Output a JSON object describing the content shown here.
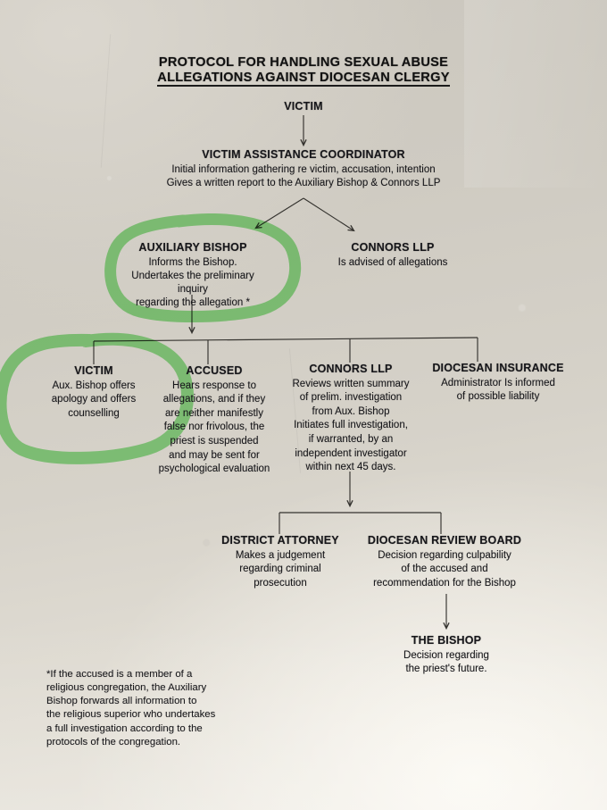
{
  "document": {
    "kind": "photographed-printed-flowchart",
    "title_line_1": "PROTOCOL FOR HANDLING SEXUAL ABUSE",
    "title_line_2": "ALLEGATIONS AGAINST DIOCESAN CLERGY",
    "paper_color": "#d4d0c7",
    "ink_color": "#18181c",
    "highlighter_color": "#7ee07a"
  },
  "chart_data": {
    "type": "diagram",
    "title": "PROTOCOL FOR HANDLING SEXUAL ABUSE ALLEGATIONS AGAINST DIOCESAN CLERGY",
    "orientation": "top-down flowchart",
    "nodes": [
      {
        "id": "victim_top",
        "heading": "VICTIM",
        "lines": []
      },
      {
        "id": "vac",
        "heading": "VICTIM ASSISTANCE COORDINATOR",
        "lines": [
          "Initial information gathering re victim, accusation, intention",
          "Gives a written report to the Auxiliary Bishop & Connors LLP"
        ]
      },
      {
        "id": "aux_bishop",
        "heading": "AUXILIARY BISHOP",
        "lines": [
          "Informs the Bishop.",
          "Undertakes the preliminary inquiry",
          "regarding the allegation *"
        ],
        "highlighted": true
      },
      {
        "id": "connors_1",
        "heading": "CONNORS LLP",
        "lines": [
          "Is advised of allegations"
        ]
      },
      {
        "id": "victim_2",
        "heading": "VICTIM",
        "lines": [
          "Aux. Bishop offers",
          "apology and offers",
          "counselling"
        ],
        "highlighted": true
      },
      {
        "id": "accused",
        "heading": "ACCUSED",
        "lines": [
          "Hears response to",
          "allegations, and if they",
          "are neither manifestly",
          "false nor frivolous, the",
          "priest is suspended",
          "and may be sent for",
          "psychological evaluation"
        ]
      },
      {
        "id": "connors_2",
        "heading": "CONNORS LLP",
        "lines": [
          "Reviews written summary",
          "of prelim. investigation",
          "from Aux. Bishop",
          "Initiates full investigation,",
          "if warranted, by an",
          "independent investigator",
          "within next 45 days."
        ]
      },
      {
        "id": "insurance",
        "heading": "DIOCESAN INSURANCE",
        "lines": [
          "Administrator Is informed",
          "of possible liability"
        ]
      },
      {
        "id": "district_attorney",
        "heading": "DISTRICT ATTORNEY",
        "lines": [
          "Makes a judgement",
          "regarding criminal",
          "prosecution"
        ]
      },
      {
        "id": "review_board",
        "heading": "DIOCESAN REVIEW BOARD",
        "lines": [
          "Decision regarding culpability",
          "of the accused and",
          "recommendation for the Bishop"
        ]
      },
      {
        "id": "the_bishop",
        "heading": "THE BISHOP",
        "lines": [
          "Decision regarding",
          "the priest's future."
        ]
      }
    ],
    "edges": [
      {
        "from": "victim_top",
        "to": "vac"
      },
      {
        "from": "vac",
        "to": "aux_bishop"
      },
      {
        "from": "vac",
        "to": "connors_1"
      },
      {
        "from": "aux_bishop",
        "to": "victim_2"
      },
      {
        "from": "aux_bishop",
        "to": "accused"
      },
      {
        "from": "aux_bishop",
        "to": "connors_2"
      },
      {
        "from": "aux_bishop",
        "to": "insurance"
      },
      {
        "from": "connors_2",
        "to": "district_attorney"
      },
      {
        "from": "connors_2",
        "to": "review_board"
      },
      {
        "from": "review_board",
        "to": "the_bishop"
      }
    ],
    "annotations": [
      {
        "type": "highlighter-circle",
        "color": "#7ee07a",
        "target": "aux_bishop"
      },
      {
        "type": "highlighter-circle",
        "color": "#7ee07a",
        "target": "victim_2"
      }
    ],
    "footnote": "*If the accused is a member of a religious congregation, the Auxiliary Bishop forwards all information to the religious superior who undertakes a full investigation according to the protocols of the congregation."
  },
  "footnote_lines": [
    "*If the accused is a member of a",
    "religious congregation, the Auxiliary",
    "Bishop forwards all information to",
    "the religious superior who undertakes",
    "a full investigation according to the",
    "protocols of the congregation."
  ]
}
